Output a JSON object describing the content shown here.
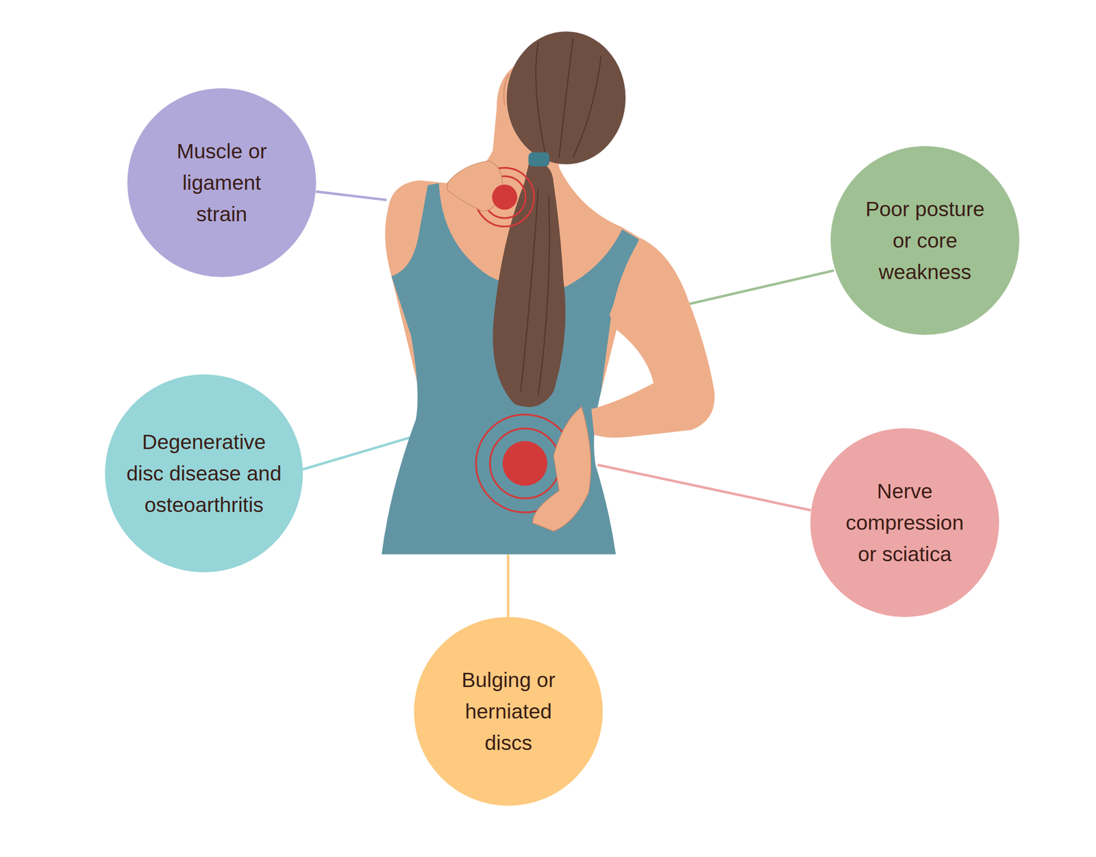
{
  "diagram": {
    "nodes": [
      {
        "text": [
          "Muscle or ligament strain"
        ]
      },
      {
        "text": [
          "Poor posture or core weakness"
        ]
      },
      {
        "text": [
          "Degenerative disc disease and osteoarthritis"
        ]
      },
      {
        "text": [
          "Nerve compression or sciatica"
        ]
      },
      {
        "text": [
          "Bulging or herniated discs"
        ]
      }
    ]
  }
}
